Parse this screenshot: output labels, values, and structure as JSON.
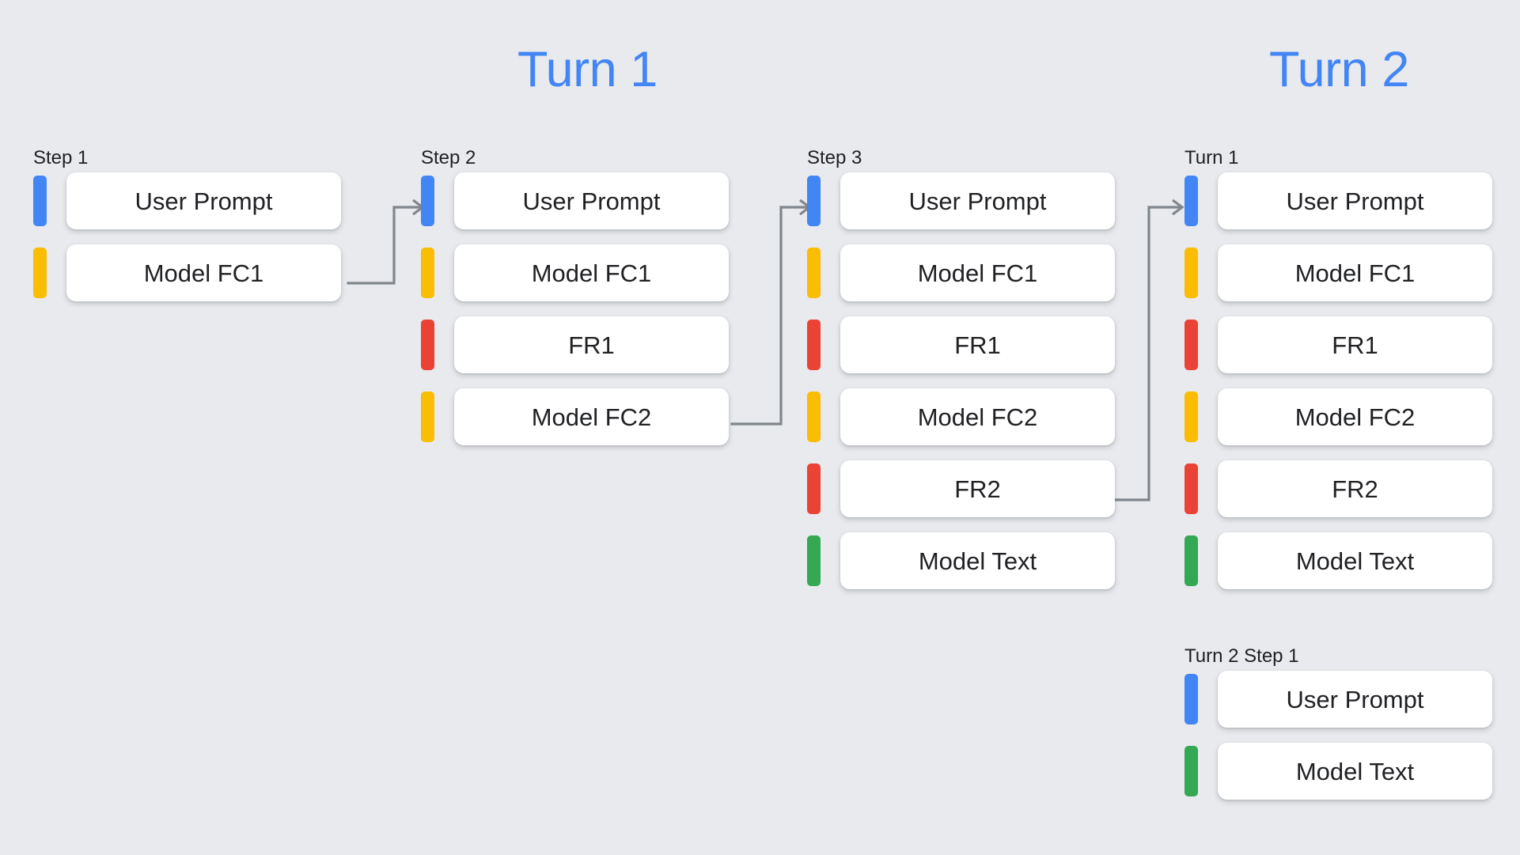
{
  "background_color": "#e8eaed",
  "palette": {
    "blue": "#4285f4",
    "yellow": "#fbbc04",
    "red": "#ea4335",
    "green": "#34a853",
    "connector": "#80868b",
    "text": "#202124"
  },
  "headings": [
    {
      "label": "Turn 1",
      "color": "#4285f4"
    },
    {
      "label": "Turn 2",
      "color": "#4285f4"
    }
  ],
  "groups": [
    {
      "label": "Step 1",
      "rows": [
        {
          "color": "blue",
          "label": "User Prompt"
        },
        {
          "color": "yellow",
          "label": "Model FC1"
        }
      ]
    },
    {
      "label": "Step 2",
      "rows": [
        {
          "color": "blue",
          "label": "User Prompt"
        },
        {
          "color": "yellow",
          "label": "Model FC1"
        },
        {
          "color": "red",
          "label": "FR1"
        },
        {
          "color": "yellow",
          "label": "Model FC2"
        }
      ]
    },
    {
      "label": "Step 3",
      "rows": [
        {
          "color": "blue",
          "label": "User Prompt"
        },
        {
          "color": "yellow",
          "label": "Model FC1"
        },
        {
          "color": "red",
          "label": "FR1"
        },
        {
          "color": "yellow",
          "label": "Model FC2"
        },
        {
          "color": "red",
          "label": "FR2"
        },
        {
          "color": "green",
          "label": "Model Text"
        }
      ]
    },
    {
      "label": "Turn 1",
      "rows": [
        {
          "color": "blue",
          "label": "User Prompt"
        },
        {
          "color": "yellow",
          "label": "Model FC1"
        },
        {
          "color": "red",
          "label": "FR1"
        },
        {
          "color": "yellow",
          "label": "Model FC2"
        },
        {
          "color": "red",
          "label": "FR2"
        },
        {
          "color": "green",
          "label": "Model Text"
        }
      ]
    },
    {
      "label": "Turn 2 Step 1",
      "rows": [
        {
          "color": "blue",
          "label": "User Prompt"
        },
        {
          "color": "green",
          "label": "Model Text"
        }
      ]
    }
  ],
  "connectors": [
    {
      "name": "step1-to-step2"
    },
    {
      "name": "step2-to-step3"
    },
    {
      "name": "step3-to-turn2"
    }
  ]
}
